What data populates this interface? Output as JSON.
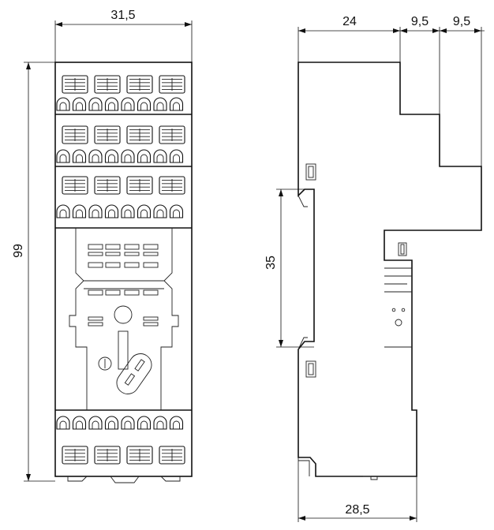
{
  "drawing": {
    "dimensions": {
      "front_width": "31,5",
      "front_height": "99",
      "side_top_depth": "24",
      "side_step_1": "9,5",
      "side_step_2": "9,5",
      "rail_height": "35",
      "base_depth": "28,5"
    }
  }
}
